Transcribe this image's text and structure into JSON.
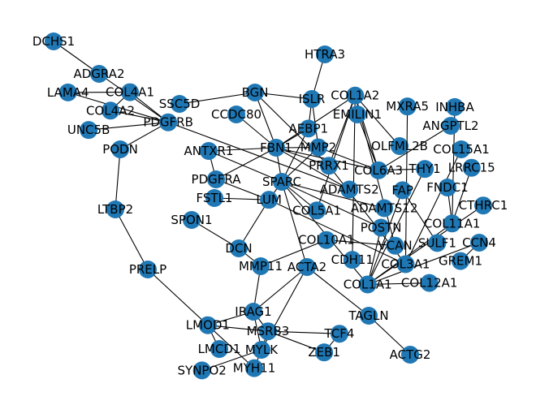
{
  "graph": {
    "node_color": "#1f77b4",
    "edge_color": "#000000",
    "nodes": [
      "DCHS1",
      "ADGRA2",
      "COL4A1",
      "COL4A2",
      "LAMA4",
      "UNC5B",
      "SSC5D",
      "PDGFRB",
      "PODN",
      "LTBP2",
      "PRELP",
      "HTRA3",
      "BGN",
      "ISLR",
      "CCDC80",
      "EMILIN1",
      "AEBP1",
      "ANGPTL2",
      "FBN1",
      "MMP2",
      "PRRX1",
      "OLFML2B",
      "COL15A1",
      "ANTXR1",
      "COL6A3",
      "THY1",
      "ADAMTS2",
      "PDGFRA",
      "SPARC",
      "LUM",
      "FNDC1",
      "LRRC15",
      "ADAMTS12",
      "FSTL1",
      "CTHRC1",
      "COL11A1",
      "POSTN",
      "VCAN",
      "SULF1",
      "CCN4",
      "GREM1",
      "SPON1",
      "DCN",
      "COL10A1",
      "MMP11",
      "ACTA2",
      "TAGLN",
      "ACTG2",
      "IRAG1",
      "MSRB3",
      "LMOD1",
      "TCF4",
      "ZEB1",
      "MYLK",
      "LMCD1",
      "MYH11",
      "SYNPO2",
      "COL5A1",
      "MXRA5",
      "COL1A2",
      "INHBA",
      "COL3A1",
      "FAP",
      "COL12A1",
      "COL1A1",
      "CDH11"
    ],
    "edges": [
      [
        "DCHS1",
        "ADGRA2"
      ],
      [
        "ADGRA2",
        "PDGFRB"
      ],
      [
        "COL4A1",
        "PDGFRB"
      ],
      [
        "COL4A2",
        "PDGFRB"
      ],
      [
        "LAMA4",
        "PDGFRB"
      ],
      [
        "UNC5B",
        "PDGFRB"
      ],
      [
        "COL4A1",
        "COL4A2"
      ],
      [
        "COL4A1",
        "LAMA4"
      ],
      [
        "SSC5D",
        "BGN"
      ],
      [
        "PDGFRB",
        "PODN"
      ],
      [
        "PDGFRB",
        "ADAMTS2"
      ],
      [
        "PODN",
        "LTBP2"
      ],
      [
        "LTBP2",
        "PRELP"
      ],
      [
        "PRELP",
        "LMOD1"
      ],
      [
        "HTRA3",
        "ISLR"
      ],
      [
        "BGN",
        "ISLR"
      ],
      [
        "BGN",
        "FBN1"
      ],
      [
        "BGN",
        "PRRX1"
      ],
      [
        "ISLR",
        "AEBP1"
      ],
      [
        "ISLR",
        "MMP2"
      ],
      [
        "CCDC80",
        "FBN1"
      ],
      [
        "EMILIN1",
        "COL6A3"
      ],
      [
        "AEBP1",
        "FBN1"
      ],
      [
        "AEBP1",
        "SPARC"
      ],
      [
        "ANGPTL2",
        "COL6A3"
      ],
      [
        "FBN1",
        "ANTXR1"
      ],
      [
        "FBN1",
        "MMP2"
      ],
      [
        "FBN1",
        "PRRX1"
      ],
      [
        "FBN1",
        "COL6A3"
      ],
      [
        "FBN1",
        "ADAMTS2"
      ],
      [
        "FBN1",
        "PDGFRA"
      ],
      [
        "FBN1",
        "SPARC"
      ],
      [
        "FBN1",
        "COL1A2"
      ],
      [
        "MMP2",
        "SPARC"
      ],
      [
        "MMP2",
        "COL6A3"
      ],
      [
        "PRRX1",
        "COL1A2"
      ],
      [
        "PRRX1",
        "COL3A1"
      ],
      [
        "ANTXR1",
        "PDGFRA"
      ],
      [
        "ANTXR1",
        "SPARC"
      ],
      [
        "PDGFRA",
        "LUM"
      ],
      [
        "FSTL1",
        "LUM"
      ],
      [
        "SPARC",
        "LUM"
      ],
      [
        "SPARC",
        "COL1A1"
      ],
      [
        "SPARC",
        "ADAMTS12"
      ],
      [
        "SPARC",
        "COL5A1"
      ],
      [
        "SPARC",
        "ACTA2"
      ],
      [
        "SPARC",
        "POSTN"
      ],
      [
        "LUM",
        "DCN"
      ],
      [
        "LUM",
        "COL3A1"
      ],
      [
        "COL6A3",
        "THY1"
      ],
      [
        "COL6A3",
        "COL1A2"
      ],
      [
        "OLFML2B",
        "COL1A2"
      ],
      [
        "COL15A1",
        "COL3A1"
      ],
      [
        "THY1",
        "COL1A1"
      ],
      [
        "FNDC1",
        "COL11A1"
      ],
      [
        "LRRC15",
        "COL11A1"
      ],
      [
        "CTHRC1",
        "COL1A1"
      ],
      [
        "GREM1",
        "CCN4"
      ],
      [
        "CCN4",
        "COL1A1"
      ],
      [
        "COL11A1",
        "COL1A1"
      ],
      [
        "POSTN",
        "COL1A1"
      ],
      [
        "VCAN",
        "COL1A2"
      ],
      [
        "SULF1",
        "FAP"
      ],
      [
        "MXRA5",
        "COL3A1"
      ],
      [
        "INHBA",
        "COL11A1"
      ],
      [
        "COL12A1",
        "COL1A1"
      ],
      [
        "CDH11",
        "COL1A2"
      ],
      [
        "COL5A1",
        "COL1A2"
      ],
      [
        "FAP",
        "COL1A1"
      ],
      [
        "VCAN",
        "COL10A1"
      ],
      [
        "SPON1",
        "DCN"
      ],
      [
        "COL10A1",
        "MMP11"
      ],
      [
        "DCN",
        "MMP11"
      ],
      [
        "MMP11",
        "IRAG1"
      ],
      [
        "ACTA2",
        "TAGLN"
      ],
      [
        "ACTA2",
        "IRAG1"
      ],
      [
        "ACTA2",
        "MYLK"
      ],
      [
        "TAGLN",
        "ACTG2"
      ],
      [
        "IRAG1",
        "MSRB3"
      ],
      [
        "IRAG1",
        "LMOD1"
      ],
      [
        "MSRB3",
        "LMOD1"
      ],
      [
        "MSRB3",
        "TCF4"
      ],
      [
        "MSRB3",
        "ZEB1"
      ],
      [
        "MSRB3",
        "MYLK"
      ],
      [
        "IRAG1",
        "MYLK"
      ],
      [
        "LMOD1",
        "LMCD1"
      ],
      [
        "LMOD1",
        "MYH11"
      ],
      [
        "MYLK",
        "SYNPO2"
      ],
      [
        "MYLK",
        "MYH11"
      ],
      [
        "TCF4",
        "ZEB1"
      ]
    ]
  }
}
